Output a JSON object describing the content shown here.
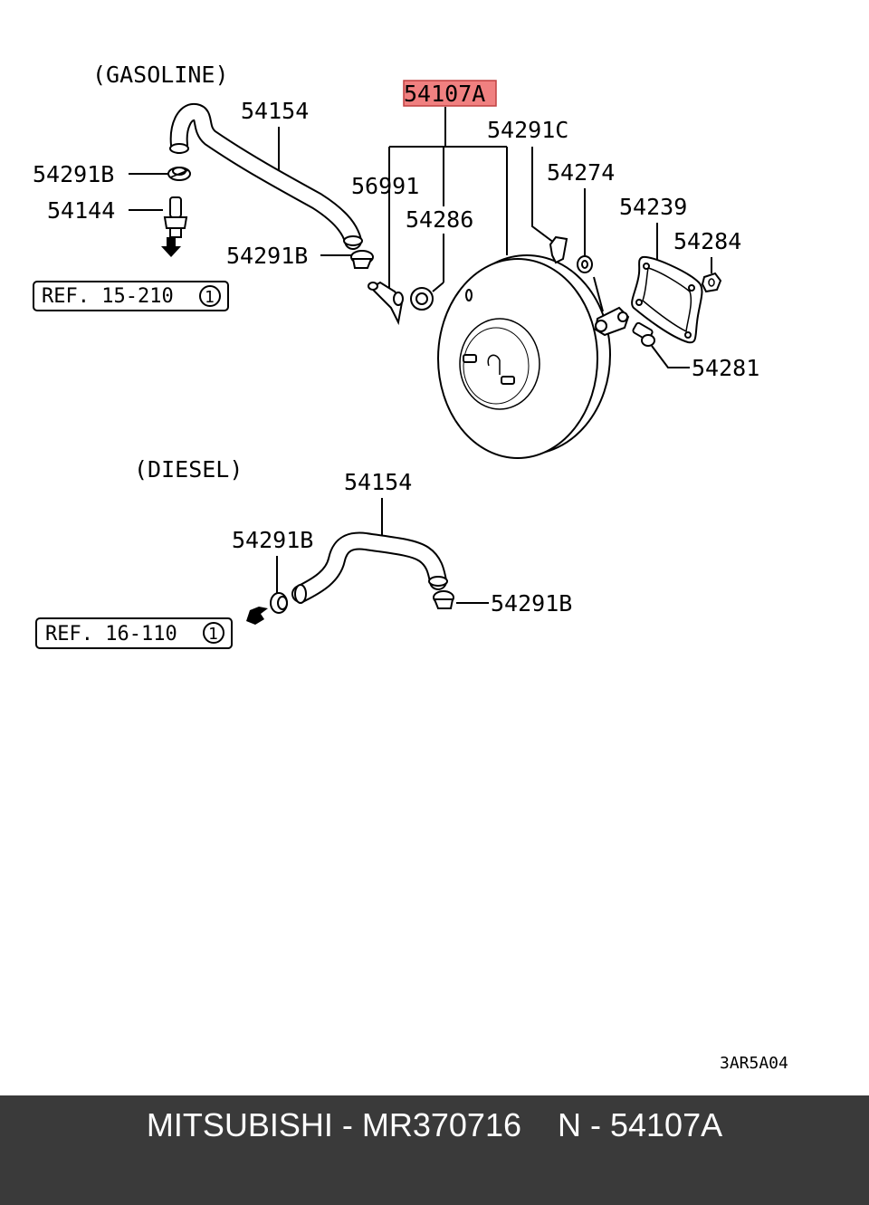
{
  "diagram": {
    "sections": {
      "gasoline": "(GASOLINE)",
      "diesel": "(DIESEL)"
    },
    "labels": {
      "hose_gas": "54154",
      "clip_gas_top": "54291B",
      "fitting_gas": "54144",
      "clip_gas_mid": "54291B",
      "highlight": "54107A",
      "check_valve": "56991",
      "grommet": "54286",
      "clip_c": "54291C",
      "washer": "54274",
      "gasket": "54239",
      "nut": "54284",
      "bolt": "54281",
      "hose_diesel": "54154",
      "clip_diesel_left": "54291B",
      "clip_diesel_right": "54291B"
    },
    "refs": {
      "gasoline_ref": "REF. 15-210",
      "gasoline_ref_num": "1",
      "diesel_ref": "REF. 16-110",
      "diesel_ref_num": "1"
    },
    "drawing_code": "3AR5A04",
    "highlight_color": "#f08080"
  },
  "footer": {
    "text": "MITSUBISHI - MR370716    N - 54107A"
  }
}
